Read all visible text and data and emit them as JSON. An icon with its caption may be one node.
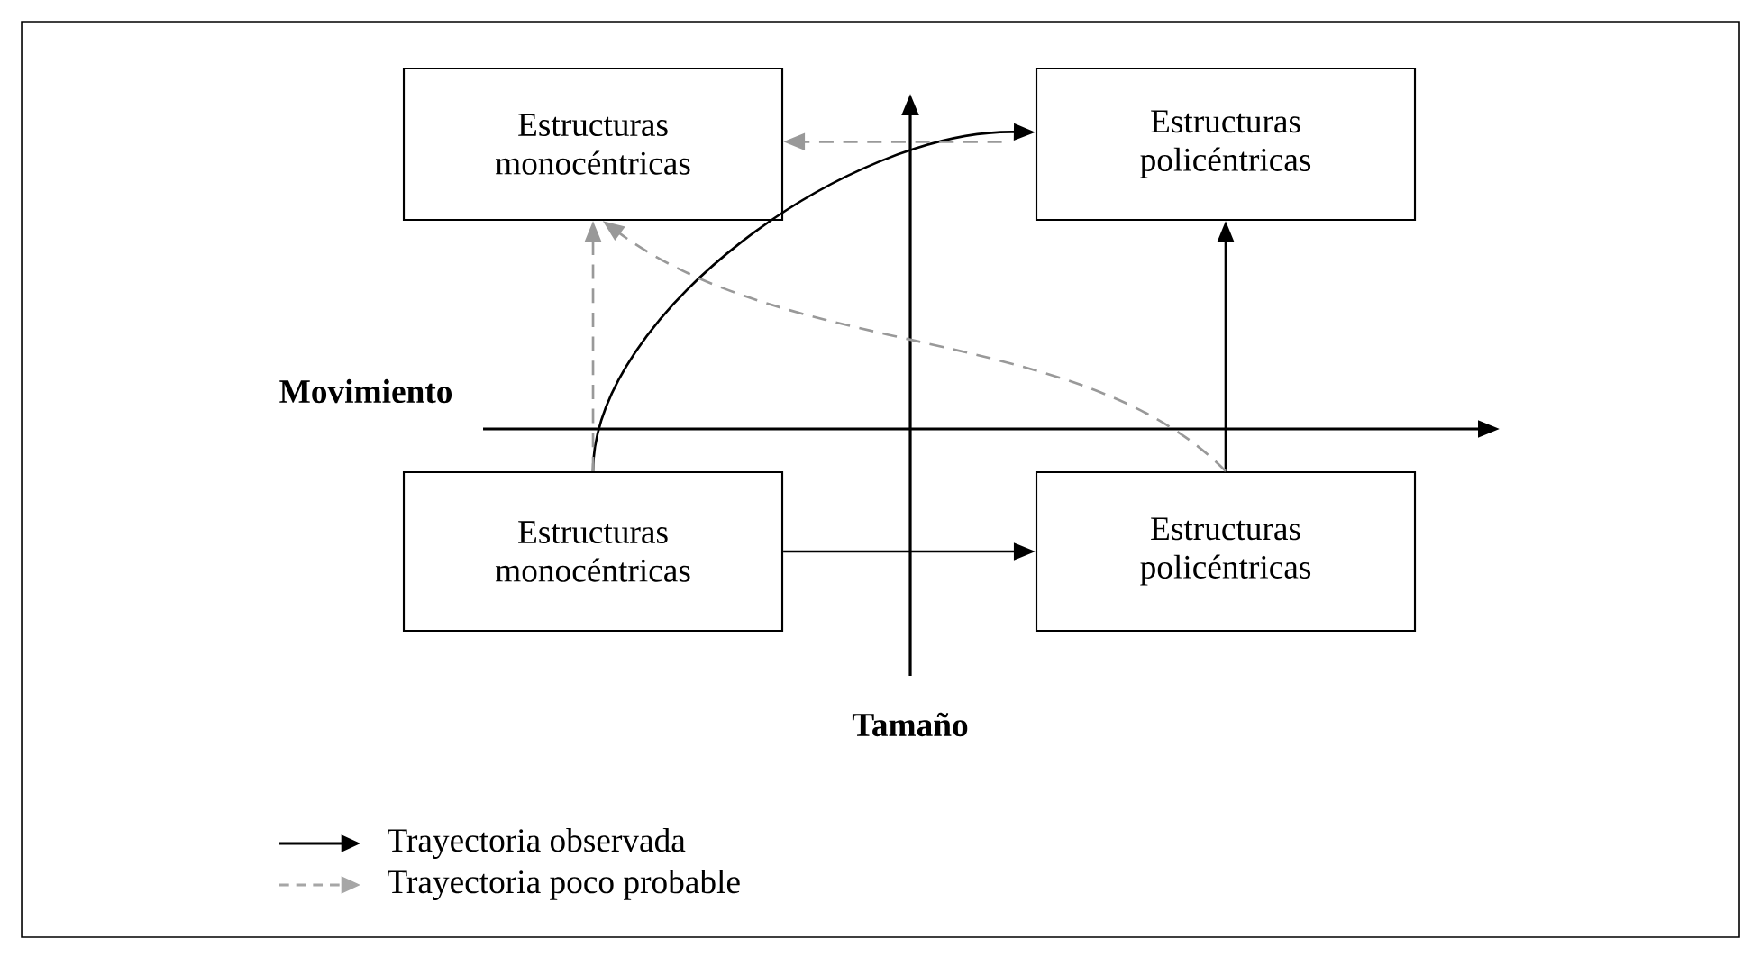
{
  "diagram": {
    "nodes": [
      {
        "text": [
          "Estructuras monocéntricas"
        ]
      },
      {
        "text": [
          "Estructuras policéntricas"
        ]
      },
      {
        "text": [
          "Estructuras monocéntricas"
        ]
      },
      {
        "text": [
          "Estructuras policéntricas"
        ]
      }
    ],
    "edges": [
      {
        "from": 2,
        "to": 1,
        "arrow": "to"
      },
      {
        "from": 2,
        "to": 3,
        "arrow": "to"
      },
      {
        "from": 3,
        "to": 1,
        "arrow": "to"
      },
      {
        "from": 1,
        "to": 0,
        "arrow": "to",
        "style": "dashed",
        "color": "#999999"
      },
      {
        "from": 2,
        "to": 0,
        "arrow": "to",
        "style": "dashed",
        "color": "#999999"
      },
      {
        "from": 3,
        "to": 0,
        "arrow": "to",
        "style": "dashed",
        "color": "#999999"
      }
    ],
    "labels": [
      "Movimiento",
      "Tamaño"
    ],
    "legend": [
      {
        "text": "Trayectoria observada"
      },
      {
        "text": "Trayectoria poco probable"
      }
    ]
  }
}
